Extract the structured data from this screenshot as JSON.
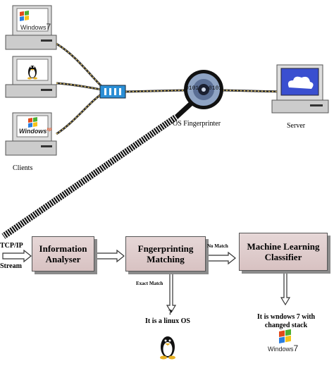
{
  "labels": {
    "clients": "Clients",
    "fingerprinter": "OS Fingerprinter",
    "server": "Server",
    "fp_bits_left": "0101",
    "fp_bits_right": "0101",
    "tcpip": "TCP/IP",
    "stream": "Stream",
    "no_match": "No Match",
    "exact_match": "Exact Match",
    "question": "?"
  },
  "boxes": {
    "analyser": [
      "Information",
      "Analyser"
    ],
    "matching": [
      "Fngerprinting",
      "Matching"
    ],
    "classifier": [
      "Machine Learning",
      "Classifier"
    ]
  },
  "outcomes": {
    "linux": "It is a linux OS",
    "windows_line1": "It is wndows 7 with",
    "windows_line2": "changed stack"
  },
  "logos": {
    "client1": {
      "word": "Windows",
      "ver": "7"
    },
    "client3": {
      "word": "Windows",
      "ver": "xp"
    },
    "bottom": {
      "word": "Windows",
      "ver": "7"
    }
  },
  "colors": {
    "box_fill": "#dcc8c8",
    "screen": "#3a4fd0",
    "hub": "#2b8fd6"
  }
}
